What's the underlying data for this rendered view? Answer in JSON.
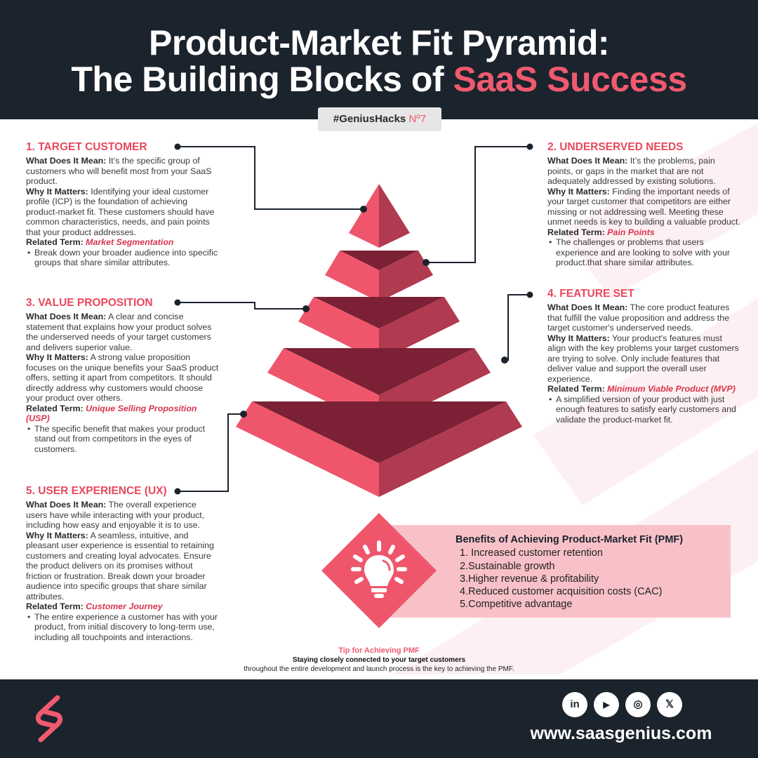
{
  "header": {
    "title_line1": "Product-Market Fit Pyramid:",
    "title_line2_prefix": "The Building Blocks of ",
    "title_line2_accent": "SaaS Success",
    "badge_text": "#GeniusHacks",
    "badge_number": "Nº7"
  },
  "colors": {
    "dark": "#1b232d",
    "accent": "#f05a6e",
    "pyramid_light": "#ef566c",
    "pyramid_shade": "#b03a4f",
    "pyramid_top": "#7b2035",
    "benefit_bg": "#f8c1c8"
  },
  "labels": {
    "what": "What Does It Mean:",
    "why": "Why It Matters:",
    "related": "Related Term:"
  },
  "sections": [
    {
      "title": "1.  TARGET CUSTOMER",
      "what": " It’s the specific group of customers who will benefit most from your SaaS product.",
      "why": " Identifying your ideal customer profile (ICP) is the foundation of achieving product-market fit. These customers should have common characteristics, needs, and pain points that your product addresses.",
      "term": "Market Segmentation",
      "bullet": "Break down your broader audience into specific groups that share similar attributes."
    },
    {
      "title": "2. UNDERSERVED NEEDS",
      "what": " It’s the problems, pain points, or gaps in the market that are not adequately addressed by existing solutions.",
      "why": " Finding the important needs of your target customer that competitors are either missing or not addressing well. Meeting these unmet needs is key to building a valuable product.",
      "term": "Pain Points",
      "bullet": "The challenges or problems that users experience and are looking to solve with your product.that share similar attributes."
    },
    {
      "title": "3. VALUE PROPOSITION",
      "what": " A clear and concise statement that explains how your product solves the underserved needs of your target customers and delivers superior value.",
      "why": " A strong value proposition focuses on the unique benefits your SaaS product offers, setting it apart from competitors. It should directly address why customers would choose your product over others.",
      "term": "Unique Selling Proposition (USP)",
      "bullet": "The specific benefit that makes your product stand out from competitors in the eyes of customers."
    },
    {
      "title": "4. FEATURE SET",
      "what": " The core product features that fulfill the value proposition and address the target customer's underserved needs.",
      "why": " Your product's features must align with the key problems your target customers are trying to solve. Only include features that deliver value and support the overall user experience.",
      "term": "Minimum Viable Product (MVP)",
      "bullet": "A simplified version of your product with just enough features to satisfy early customers and validate the product-market fit."
    },
    {
      "title": "5. USER EXPERIENCE (UX)",
      "what": " The overall experience users have while interacting with your product, including how easy and enjoyable it is to use.",
      "why": " A seamless, intuitive, and pleasant user experience is essential to retaining customers and creating loyal advocates. Ensure the product delivers on its promises without friction or frustration. Break down your broader audience into specific groups that share similar attributes.",
      "term": "Customer Journey",
      "bullet": "The entire experience a customer has with your product, from initial discovery to long-term use, including all touchpoints and interactions."
    }
  ],
  "benefits": {
    "title": "Benefits of Achieving Product-Market Fit (PMF)",
    "items": [
      "1. Increased customer retention",
      "2.Sustainable growth",
      "3.Higher revenue & profitability",
      "4.Reduced customer acquisition costs (CAC)",
      "5.Competitive advantage"
    ]
  },
  "tip": {
    "title": "Tip for Achieving PMF",
    "line1": "Staying closely connected to your target customers",
    "line2": "throughout the entire development and launch process is the key to achieving the PMF."
  },
  "footer": {
    "social": [
      "in",
      "▶",
      "◎",
      "𝕏"
    ],
    "url": "www.saasgenius.com"
  }
}
